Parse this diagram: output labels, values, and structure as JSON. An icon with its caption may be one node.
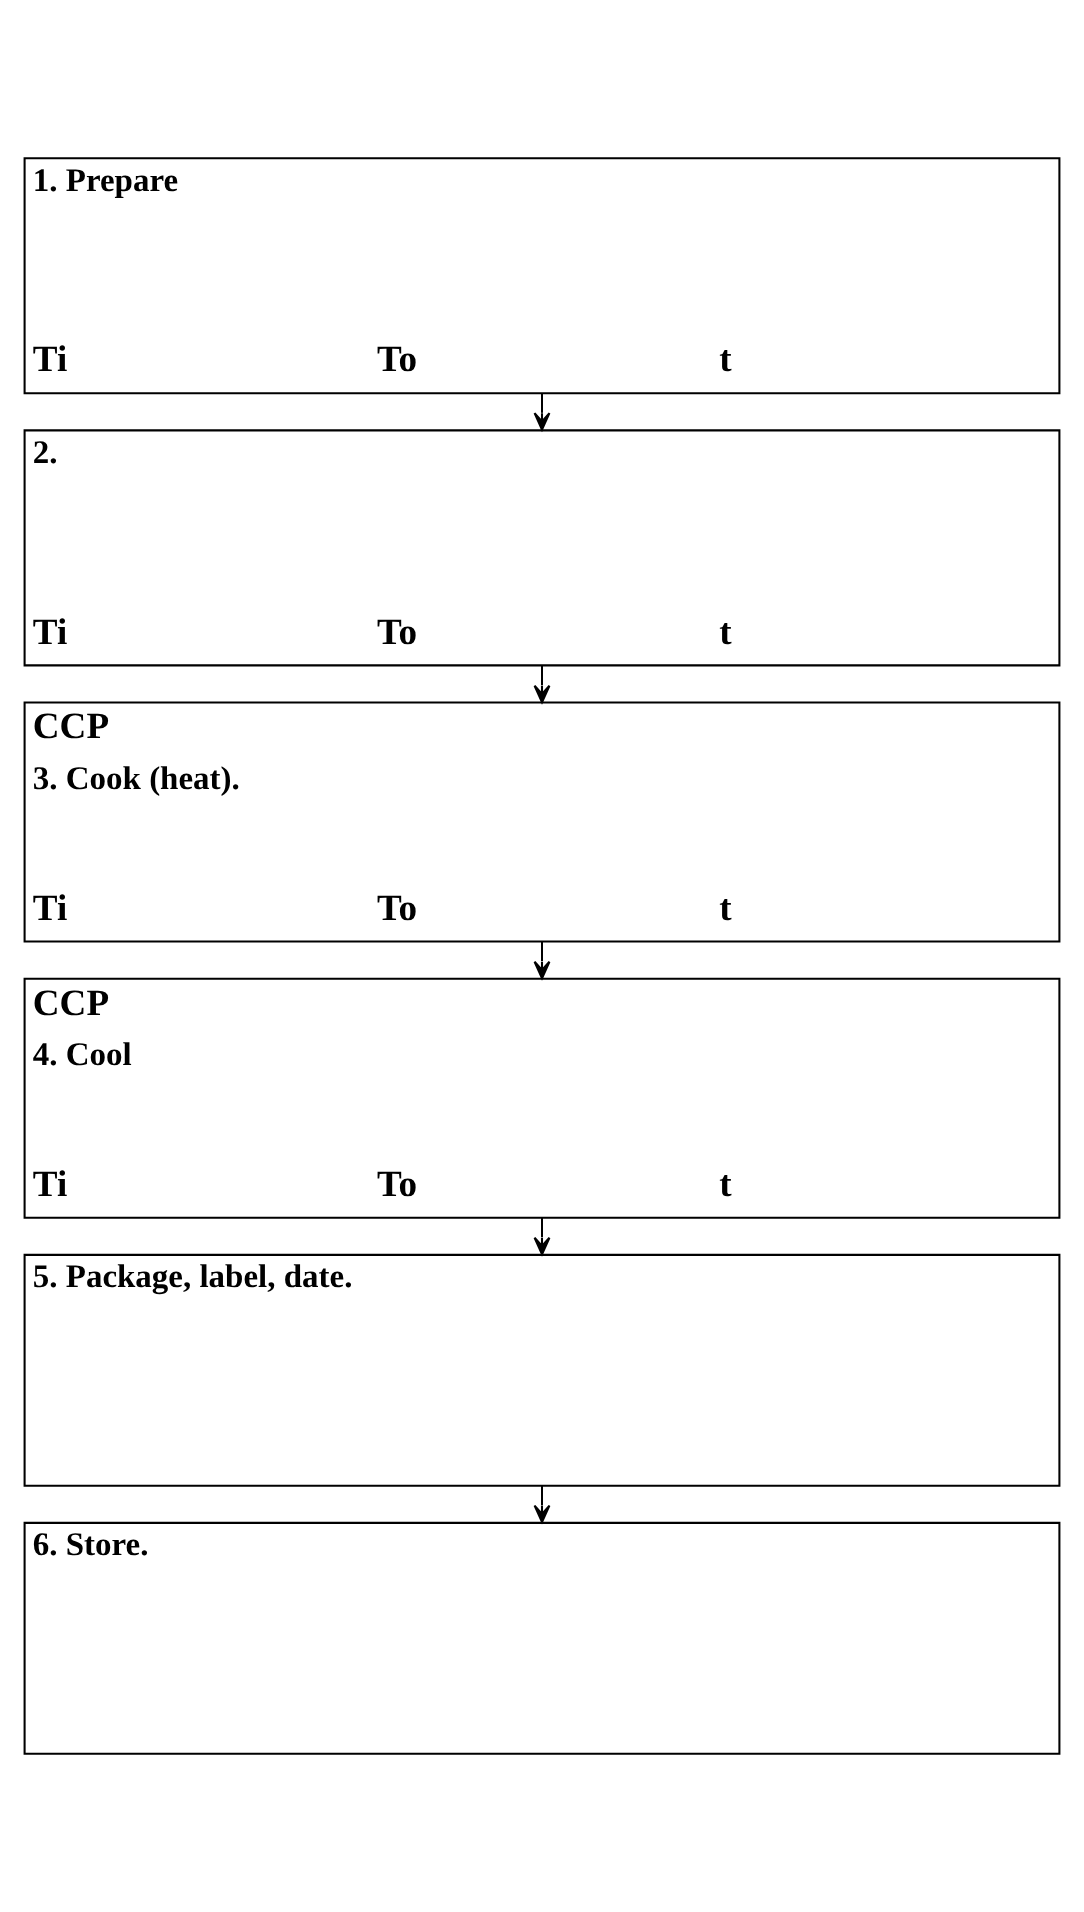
{
  "diagram": {
    "nodes": [
      {
        "text": [
          "1. Prepare",
          "Ti",
          "To",
          "t"
        ]
      },
      {
        "text": [
          "2.",
          "Ti",
          "To",
          "t"
        ]
      },
      {
        "text": [
          "CCP",
          "3. Cook (heat).",
          "Ti",
          "To",
          "t"
        ]
      },
      {
        "text": [
          "CCP",
          "4. Cool",
          "Ti",
          "To",
          "t"
        ]
      },
      {
        "text": [
          "5. Package, label, date."
        ]
      },
      {
        "text": [
          "6. Store."
        ]
      }
    ],
    "edges": [
      {
        "from": 0,
        "to": 1,
        "arrow": "to"
      },
      {
        "from": 1,
        "to": 2,
        "arrow": "to"
      },
      {
        "from": 2,
        "to": 3,
        "arrow": "to"
      },
      {
        "from": 3,
        "to": 4,
        "arrow": "to"
      },
      {
        "from": 4,
        "to": 5,
        "arrow": "to"
      }
    ]
  }
}
